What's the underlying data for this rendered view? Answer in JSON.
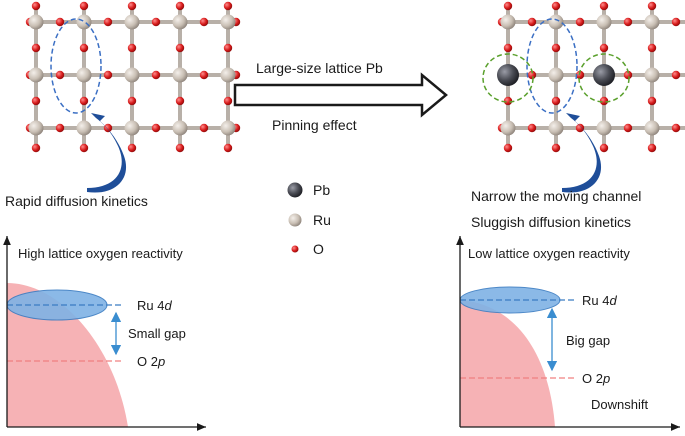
{
  "top": {
    "left_caption": "Rapid diffusion kinetics",
    "arrow_label_top": "Large-size lattice Pb",
    "arrow_label_bottom": "Pinning effect",
    "right_caption_line1": "Narrow the moving channel",
    "right_caption_line2": "Sluggish diffusion kinetics"
  },
  "legend": [
    {
      "label": "Pb",
      "color": "#4a4c54"
    },
    {
      "label": "Ru",
      "color": "#c9bfb4"
    },
    {
      "label": "O",
      "color": "#d61a1a"
    }
  ],
  "left_plot": {
    "title": "High lattice oxygen reactivity",
    "ru_label": "Ru 4",
    "ru_orbital": "d",
    "o_label": "O 2",
    "o_orbital": "p",
    "gap_label": "Small gap"
  },
  "right_plot": {
    "title": "Low lattice oxygen reactivity",
    "ru_label": "Ru 4",
    "ru_orbital": "d",
    "o_label": "O 2",
    "o_orbital": "p",
    "gap_label": "Big gap",
    "shift_label": "Downshift"
  },
  "colors": {
    "o_atom": "#d61a1a",
    "ru_atom": "#c9bfb4",
    "pb_atom": "#4a4c54",
    "bond": "#b8b0a8",
    "channel_blue": "#3b6fc4",
    "pin_green": "#5aa02c",
    "curved_arrow": "#1f4e99",
    "ru_band": "#7fb2e5",
    "o2p_fill": "#f4a4a8",
    "o_level": "#f08080",
    "gap_arrow": "#3a8dd0"
  }
}
